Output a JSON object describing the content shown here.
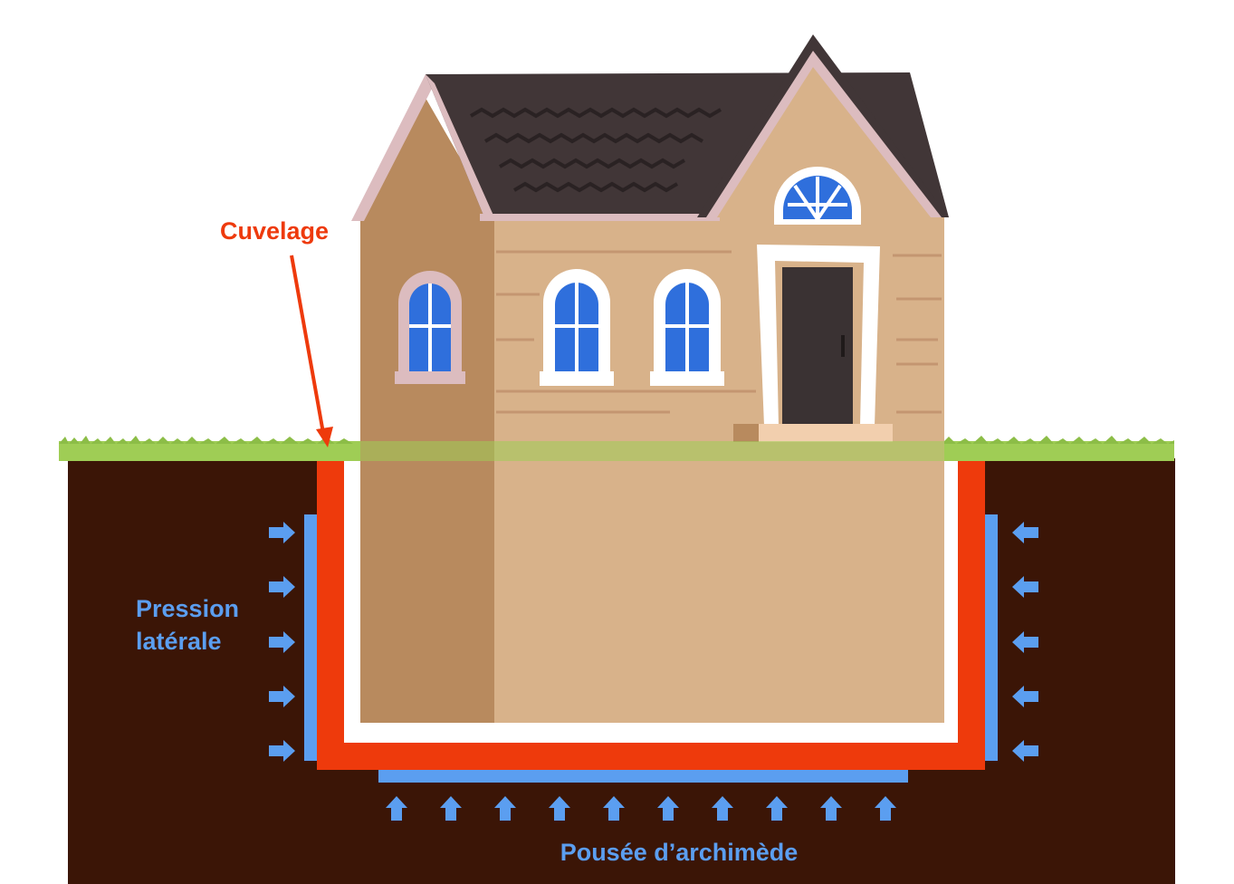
{
  "labels": {
    "cuvelage": "Cuvelage",
    "pression_line1": "Pression",
    "pression_line2": "latérale",
    "poussee": "Pousée d’archimède"
  },
  "colors": {
    "cuvelage": "#ee3a0c",
    "pressure": "#5b9ef0",
    "soil": "#3b1506",
    "grass": "#9fcd55",
    "wall": "#d8b28a",
    "wall_shade": "#b88a5e",
    "roof": "#413637",
    "roof_trim": "#dcbcbf",
    "window": "#2f6fdc",
    "door": "#3a3233"
  },
  "icons": {
    "side_arrow": "arrow-right-icon",
    "up_arrow": "arrow-up-icon"
  }
}
